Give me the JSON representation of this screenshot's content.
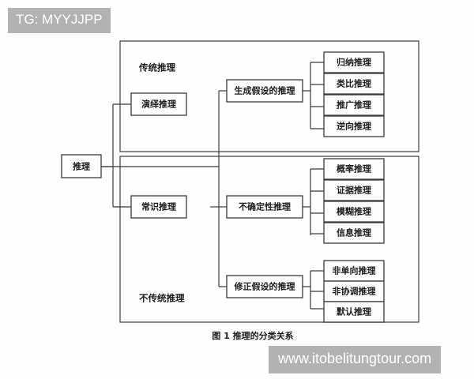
{
  "page": {
    "background_color": "#fefefe",
    "watermark_color": "#b2b2b2"
  },
  "watermarks": {
    "top": "TG: MYYJJPP",
    "bottom": "www.itobelitungtour.com"
  },
  "figure": {
    "caption": "图 1  推理的分类关系",
    "root": {
      "label": "推理"
    },
    "groups": [
      {
        "id": "traditional",
        "label": "传统推理"
      },
      {
        "id": "nontraditional",
        "label": "不传统推理"
      }
    ],
    "level2": [
      {
        "id": "deductive",
        "label": "演绎推理"
      },
      {
        "id": "commonsense",
        "label": "常识推理"
      }
    ],
    "level3": [
      {
        "id": "generate-hypothesis",
        "label": "生成假设的推理"
      },
      {
        "id": "uncertainty",
        "label": "不确定性推理"
      },
      {
        "id": "revise-hypothesis",
        "label": "修正假设的推理"
      }
    ],
    "leaf_groups": [
      {
        "parent": "generate-hypothesis",
        "items": [
          "归纳推理",
          "类比推理",
          "推广推理",
          "逆向推理"
        ]
      },
      {
        "parent": "uncertainty",
        "items": [
          "概率推理",
          "证据推理",
          "模糊推理",
          "信息推理"
        ]
      },
      {
        "parent": "revise-hypothesis",
        "items": [
          "非单向推理",
          "非协调推理",
          "默认推理"
        ]
      }
    ]
  }
}
